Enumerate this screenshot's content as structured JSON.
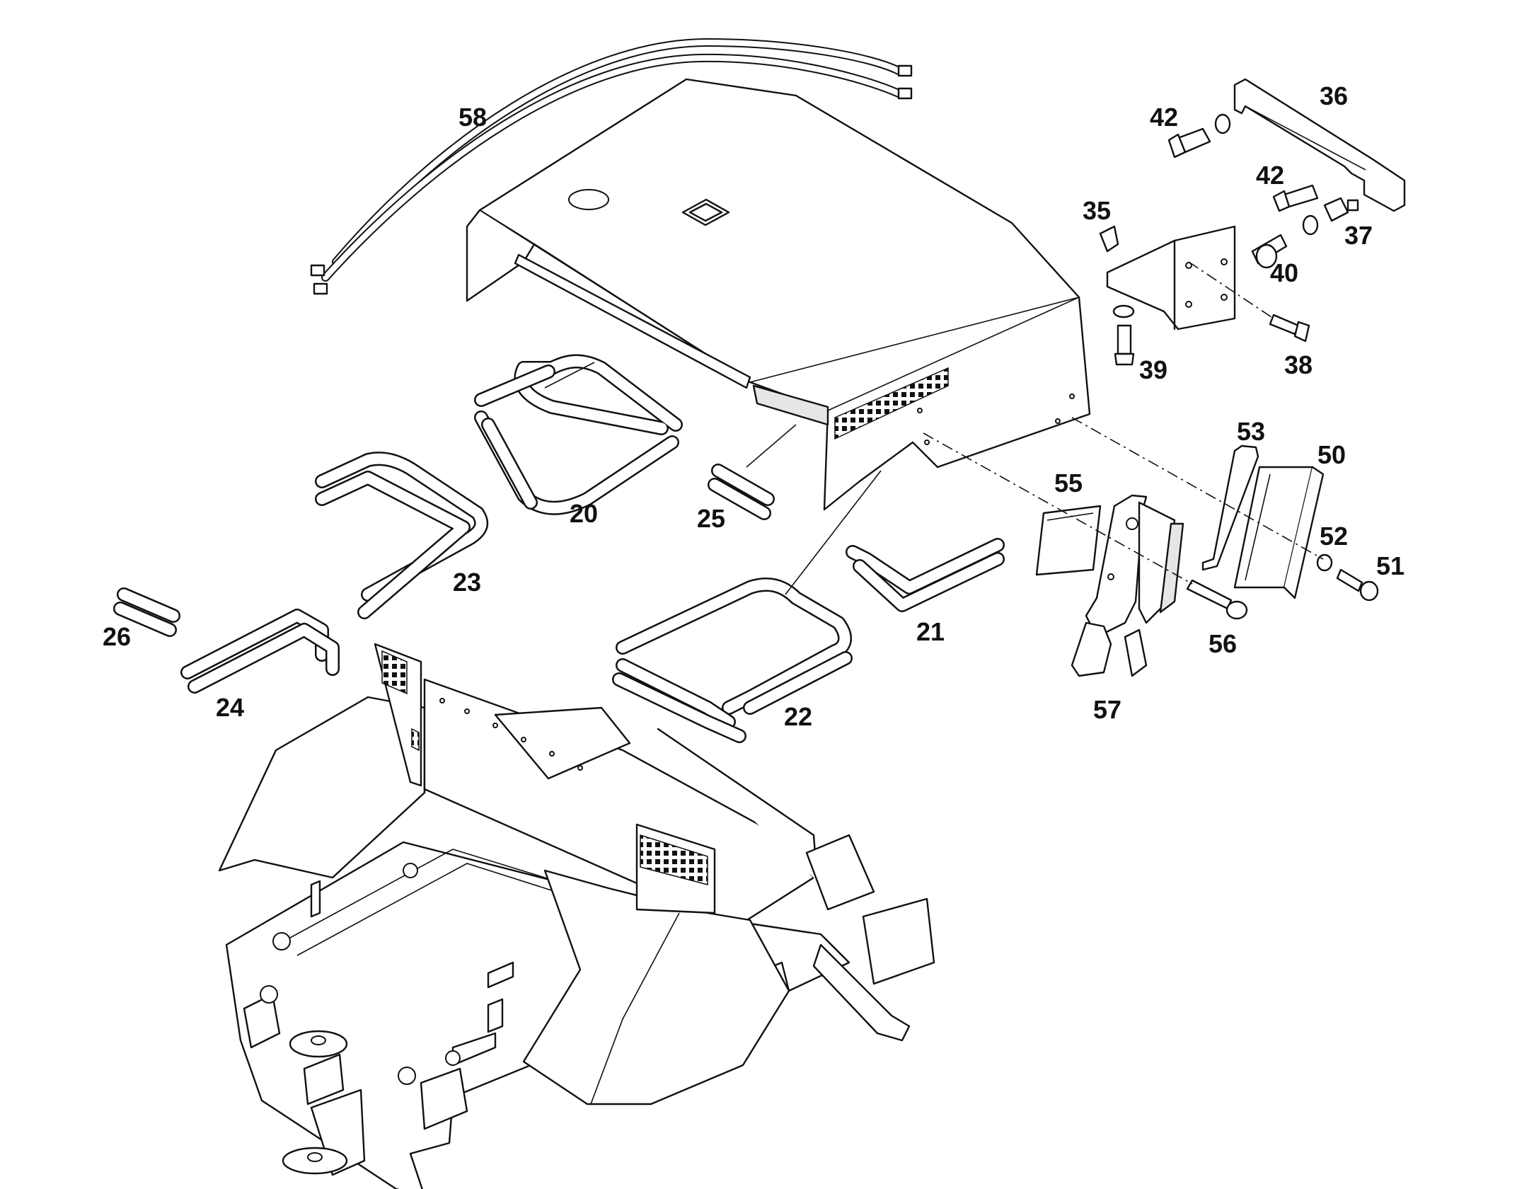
{
  "callouts": {
    "c20": "20",
    "c21": "21",
    "c22": "22",
    "c23": "23",
    "c24": "24",
    "c25": "25",
    "c26": "26",
    "c35": "35",
    "c36": "36",
    "c37": "37",
    "c38": "38",
    "c39": "39",
    "c40": "40",
    "c42a": "42",
    "c42b": "42",
    "c50": "50",
    "c51": "51",
    "c52": "52",
    "c53": "53",
    "c55": "55",
    "c56": "56",
    "c57": "57",
    "c58": "58"
  },
  "colors": {
    "ink": "#111111",
    "paper": "#ffffff",
    "shade": "#e6e6e6"
  }
}
